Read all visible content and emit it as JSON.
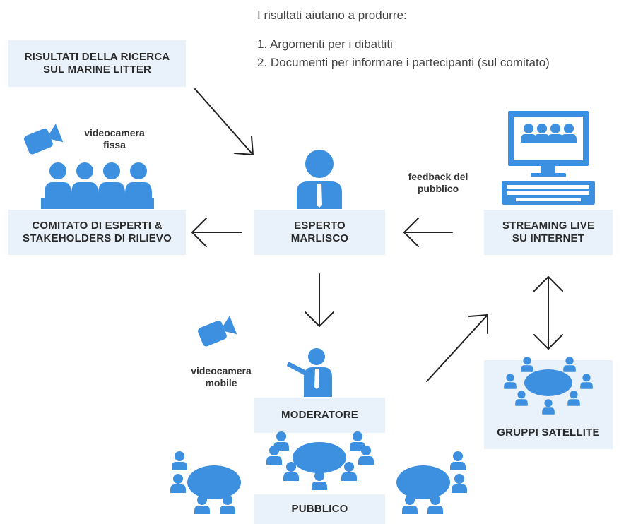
{
  "intro": {
    "heading": "I risultati aiutano a produrre:",
    "items": [
      "1. Argomenti per i dibattiti",
      "2. Documenti per informare i partecipanti (sul comitato)"
    ]
  },
  "boxes": {
    "risultati": [
      "RISULTATI DELLA RICERCA",
      "SUL MARINE LITTER"
    ],
    "comitato": [
      "COMITATO DI ESPERTI &",
      "STAKEHOLDERS DI RILIEVO"
    ],
    "esperto": [
      "ESPERTO",
      "MARLISCO"
    ],
    "streaming": [
      "STREAMING LIVE",
      "SU INTERNET"
    ],
    "moderatore": "MODERATORE",
    "satellite": "GRUPPI SATELLITE",
    "pubblico": "PUBBLICO"
  },
  "labels": {
    "camera_fixed": [
      "videocamera",
      "fissa"
    ],
    "camera_mobile": [
      "videocamera",
      "mobile"
    ],
    "feedback": [
      "feedback del",
      "pubblico"
    ]
  },
  "colors": {
    "accent": "#3d8fe0",
    "box_bg": "#e9f1fb",
    "arrow": "#222222"
  }
}
